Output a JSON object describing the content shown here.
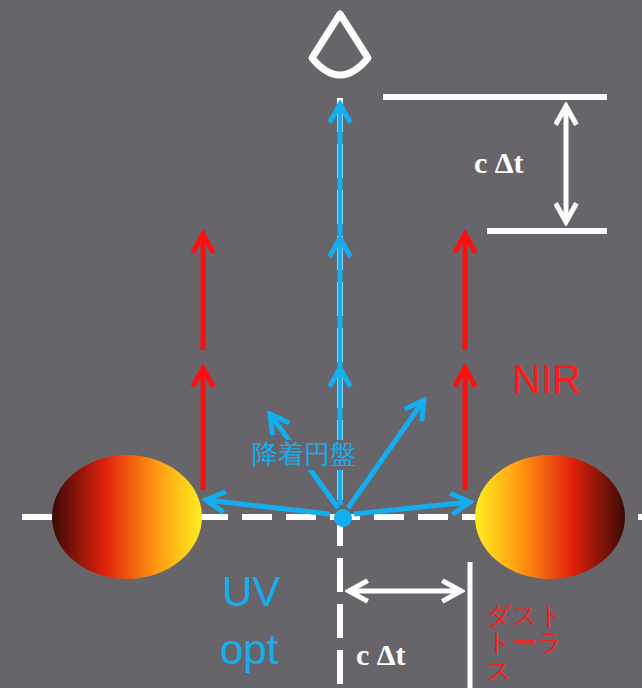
{
  "diagram": {
    "labels": [
      "c Δt",
      "NIR",
      "降着円盤",
      "UV",
      "opt",
      "c Δt",
      "ダスト トーラス"
    ]
  }
}
